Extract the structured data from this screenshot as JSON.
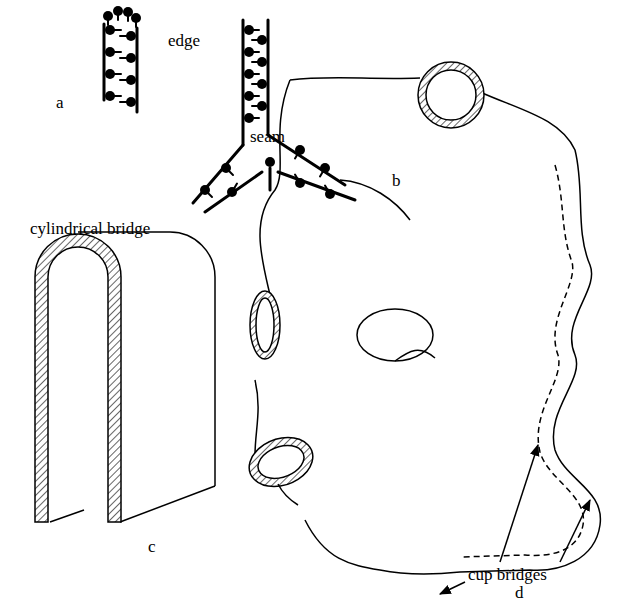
{
  "diagram": {
    "labels": [
      "edge",
      "a",
      "seam",
      "b",
      "cylindrical bridge",
      "c",
      "cup bridges",
      "d"
    ]
  }
}
